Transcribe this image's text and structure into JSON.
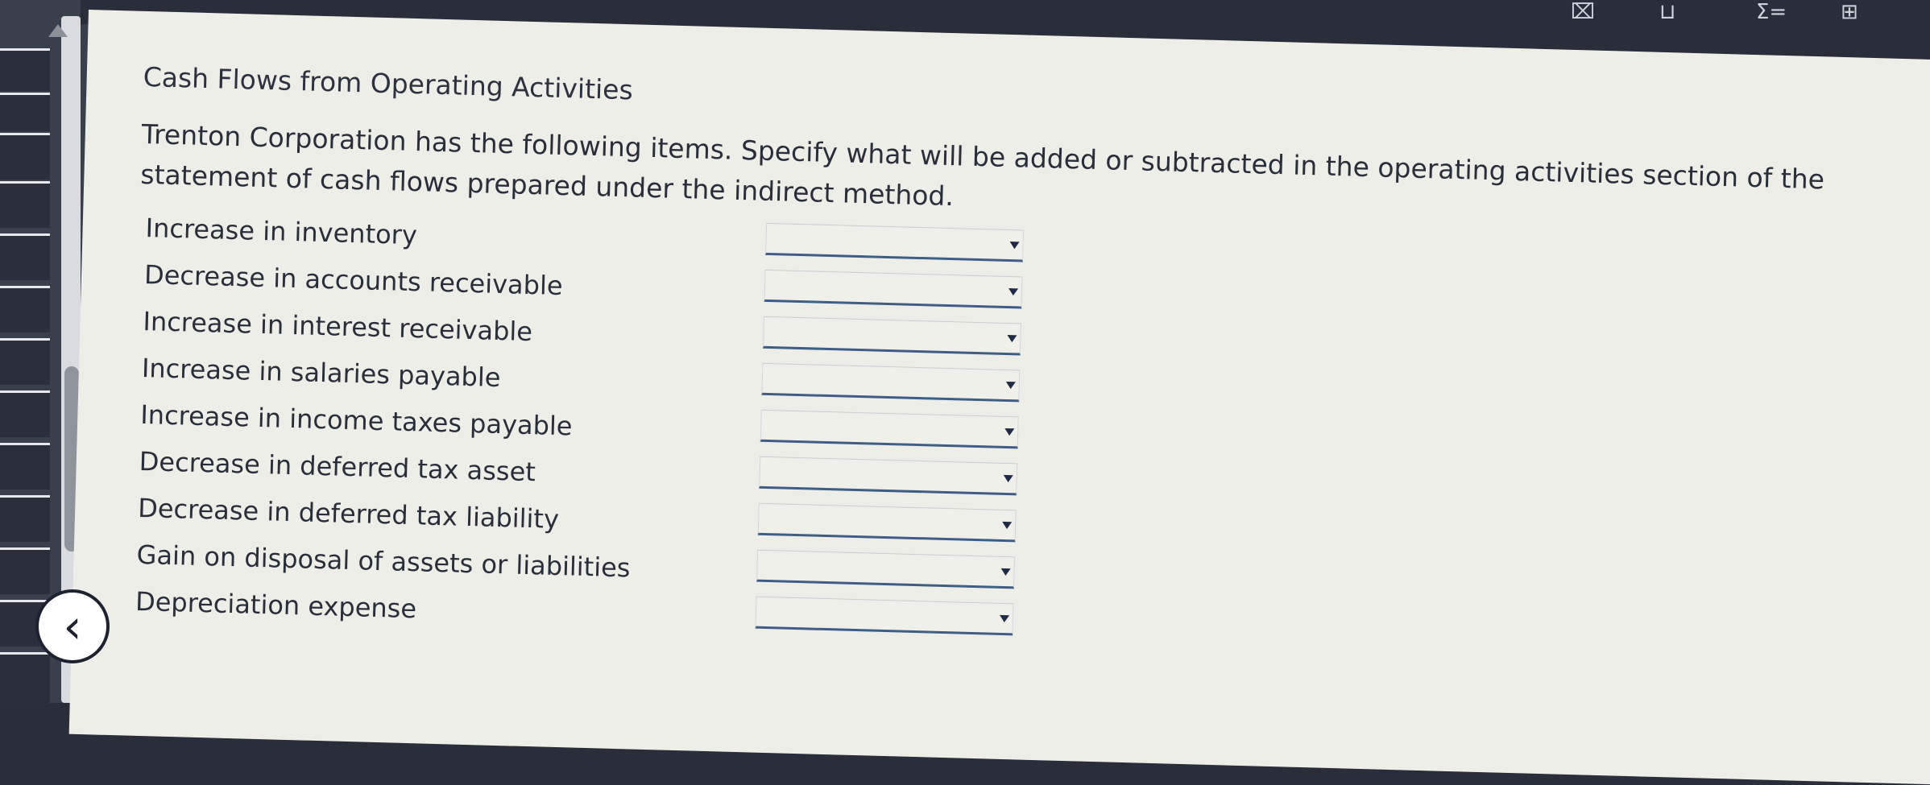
{
  "page": {
    "title": "Cash Flows from Operating Activities",
    "instructions": "Trenton Corporation has the following items. Specify what will be added or subtracted in the operating activities section of the statement of cash flows prepared under the indirect method."
  },
  "items": [
    {
      "label": "Increase in inventory",
      "selected": ""
    },
    {
      "label": "Decrease in accounts receivable",
      "selected": ""
    },
    {
      "label": "Increase in interest receivable",
      "selected": ""
    },
    {
      "label": "Increase in salaries payable",
      "selected": ""
    },
    {
      "label": "Increase in income taxes payable",
      "selected": ""
    },
    {
      "label": "Decrease in deferred tax asset",
      "selected": ""
    },
    {
      "label": "Decrease in deferred tax liability",
      "selected": ""
    },
    {
      "label": "Gain on disposal of assets or liabilities",
      "selected": ""
    },
    {
      "label": "Depreciation expense",
      "selected": ""
    }
  ],
  "toolbar": {
    "icons": [
      "bookmark-icon",
      "layout-icon",
      "sigma-icon",
      "add-box-icon"
    ]
  },
  "nav": {
    "back_icon": "chevron-left-icon"
  },
  "colors": {
    "panel": "#eeeee8",
    "frame": "#2a2e3a",
    "select_underline": "#3f5e86"
  }
}
